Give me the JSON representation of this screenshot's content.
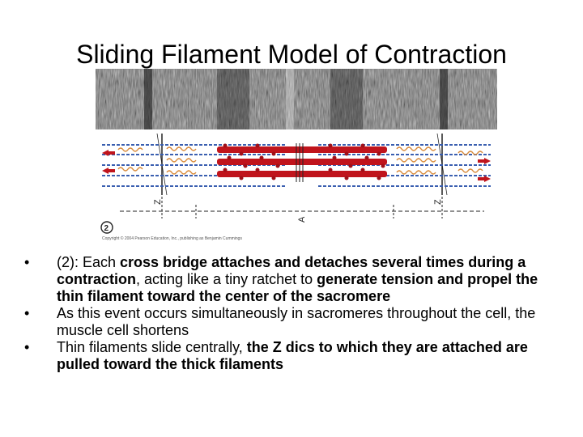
{
  "slide": {
    "title": "Sliding Filament Model of Contraction"
  },
  "figure": {
    "panel_label": "2",
    "z_label_left": "Z",
    "z_label_right": "Z",
    "a_label": "A",
    "copyright": "Copyright © 2004 Pearson Education, Inc., publishing as Benjamin Cummings",
    "colors": {
      "thick": "#c0141c",
      "thin": "#3a5fb0",
      "heads": "#d88a3a"
    }
  },
  "bullets": [
    {
      "marker": "•",
      "parts": [
        {
          "t": "(2): Each ",
          "b": false
        },
        {
          "t": "cross bridge attaches and detaches several times during a contraction",
          "b": true
        },
        {
          "t": ", acting like a tiny ratchet to ",
          "b": false
        },
        {
          "t": "generate tension and propel the thin filament toward the center of the sacromere",
          "b": true
        }
      ]
    },
    {
      "marker": "•",
      "parts": [
        {
          "t": "As this event occurs simultaneously in sacromeres throughout the cell, the muscle cell shortens",
          "b": false
        }
      ]
    },
    {
      "marker": "•",
      "parts": [
        {
          "t": "Thin filaments slide centrally, ",
          "b": false
        },
        {
          "t": "the Z dics to which they are attached are pulled toward the thick filaments",
          "b": true
        }
      ]
    }
  ]
}
